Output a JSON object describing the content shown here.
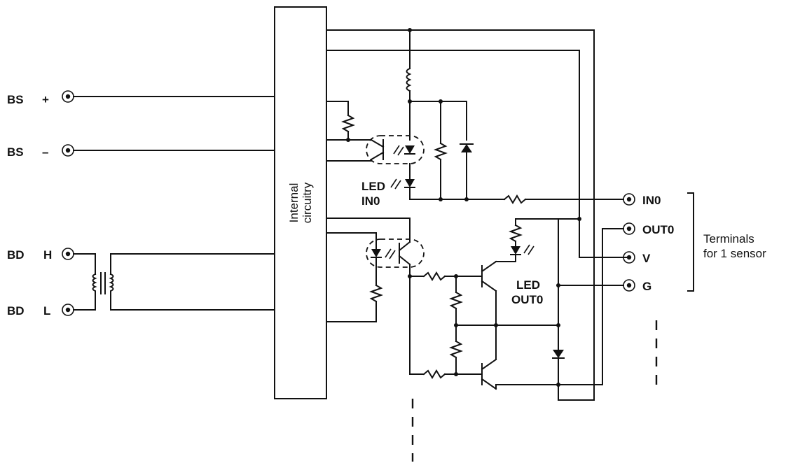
{
  "terminals_left": {
    "bs_plus": {
      "name": "BS",
      "sign": "+"
    },
    "bs_minus": {
      "name": "BS",
      "sign": "–"
    },
    "bd_h": {
      "name": "BD",
      "sign": "H"
    },
    "bd_l": {
      "name": "BD",
      "sign": "L"
    }
  },
  "internal_box": {
    "line1": "Internal",
    "line2": "circuitry"
  },
  "led_in": {
    "line1": "LED",
    "line2": "IN0"
  },
  "led_out": {
    "line1": "LED",
    "line2": "OUT0"
  },
  "terminals_right": {
    "in0": "IN0",
    "out0": "OUT0",
    "v": "V",
    "g": "G"
  },
  "terminals_note": {
    "line1": "Terminals",
    "line2": "for 1 sensor"
  }
}
